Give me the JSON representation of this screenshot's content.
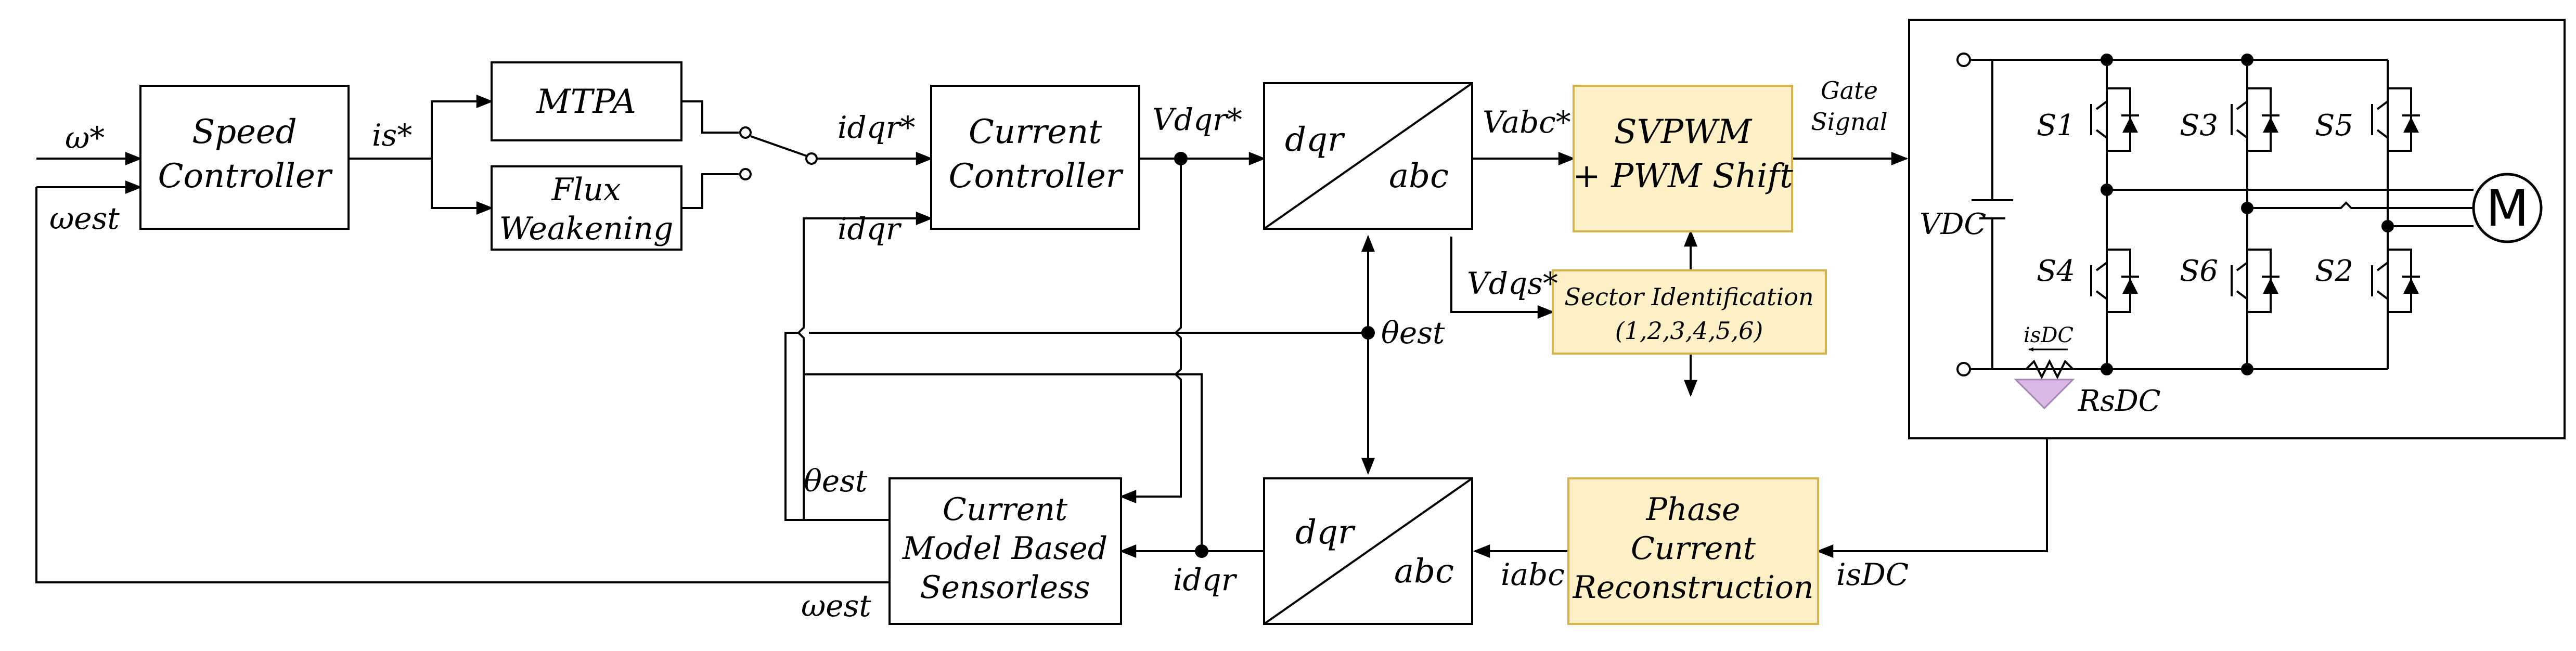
{
  "colors": {
    "block_fill": "#ffffff",
    "highlight_fill": "#fdf0c6",
    "highlight_border": "#d8b24a",
    "shunt_fill": "#d9b8e6",
    "line": "#000000"
  },
  "inputs": {
    "omega_ref": "ω*",
    "omega_est_in": "ωest"
  },
  "blocks": {
    "speed_controller": [
      "Speed",
      "Controller"
    ],
    "mtpa": [
      "MTPA"
    ],
    "flux_weakening": [
      "Flux",
      "Weakening"
    ],
    "current_controller": [
      "Current",
      "Controller"
    ],
    "dqr_abc_top": {
      "top": "dqr",
      "bottom": "abc"
    },
    "svpwm": [
      "SVPWM",
      "+ PWM Shift"
    ],
    "sector_id": [
      "Sector Identification",
      "(1,2,3,4,5,6)"
    ],
    "dqr_abc_bottom": {
      "top": "dqr",
      "bottom": "abc"
    },
    "phase_current_recon": [
      "Phase",
      "Current",
      "Reconstruction"
    ],
    "sensorless": [
      "Current",
      "Model Based",
      "Sensorless"
    ]
  },
  "signals": {
    "is_star": "is*",
    "idqr_star": "idqr*",
    "idqr_fb": "idqr",
    "vdqr_star": "Vdqr*",
    "vabc_star": "Vabc*",
    "vdqs_star": "Vdqs*",
    "theta_est_right": "θest",
    "theta_est_left": "θest",
    "omega_est_out": "ωest",
    "idqr_bottom": "idqr",
    "iabc": "iabc",
    "isdc_out": "isDC",
    "gate_signal": [
      "Gate",
      "Signal"
    ]
  },
  "inverter": {
    "vdc": "VDC",
    "switches": [
      "S1",
      "S3",
      "S5",
      "S4",
      "S6",
      "S2"
    ],
    "isdc_label": "isDC",
    "shunt_label": "RsDC",
    "motor": "M"
  }
}
